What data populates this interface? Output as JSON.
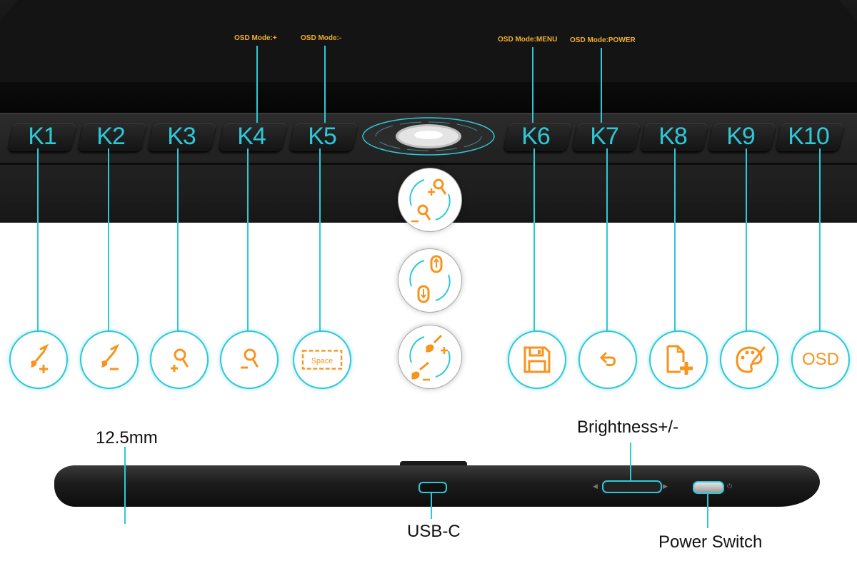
{
  "keys": [
    "K1",
    "K2",
    "K3",
    "K4",
    "K5",
    "K6",
    "K7",
    "K8",
    "K9",
    "K10"
  ],
  "osd_labels": {
    "k4": "OSD Mode:+",
    "k5": "OSD Mode:-",
    "k6": "OSD Mode:MENU",
    "k7": "OSD Mode:POWER"
  },
  "function_icons": [
    {
      "key": "K1",
      "icon": "brush-plus-icon"
    },
    {
      "key": "K2",
      "icon": "brush-minus-icon"
    },
    {
      "key": "K3",
      "icon": "zoom-in-icon"
    },
    {
      "key": "K4",
      "icon": "zoom-out-icon"
    },
    {
      "key": "K5",
      "icon": "space-key-icon",
      "text": "Space"
    },
    {
      "key": "K6",
      "icon": "save-icon"
    },
    {
      "key": "K7",
      "icon": "undo-icon"
    },
    {
      "key": "K8",
      "icon": "new-file-icon"
    },
    {
      "key": "K9",
      "icon": "palette-icon"
    },
    {
      "key": "K10",
      "icon": "osd-icon",
      "text": "OSD"
    }
  ],
  "dial_functions": [
    "zoom-dial-icon",
    "scroll-dial-icon",
    "brush-size-dial-icon"
  ],
  "side_view": {
    "thickness": "12.5mm",
    "brightness": "Brightness+/-",
    "usb": "USB-C",
    "power": "Power Switch"
  },
  "colors": {
    "accent": "#2ec8d8",
    "icon": "#f7941d",
    "osd_text": "#f0b030"
  }
}
